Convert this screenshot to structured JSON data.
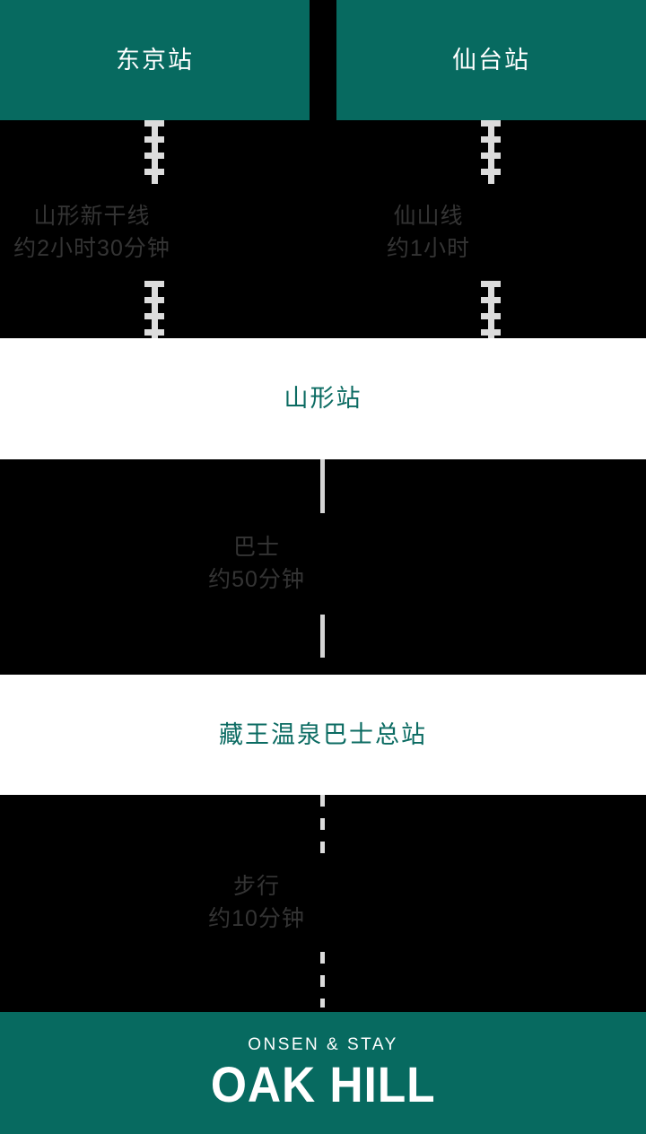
{
  "origins": [
    {
      "name": "东京站"
    },
    {
      "name": "仙台站"
    }
  ],
  "legs": {
    "tokyo_to_yamagata": {
      "mode": "山形新干线",
      "duration": "约2小时30分钟"
    },
    "sendai_to_yamagata": {
      "mode": "仙山线",
      "duration": "约1小时"
    },
    "yamagata_to_zao": {
      "mode": "巴士",
      "duration": "约50分钟"
    },
    "zao_to_hotel": {
      "mode": "步行",
      "duration": "约10分钟"
    }
  },
  "stations": [
    {
      "name": "山形站"
    },
    {
      "name": "藏王温泉巴士总站"
    }
  ],
  "brand": {
    "tagline": "ONSEN & STAY",
    "name": "OAK HILL"
  },
  "colors": {
    "teal": "#076A60",
    "station_text": "#0B6B62",
    "leg_text": "#343434",
    "rail": "#dcdcdc",
    "background": "#000000",
    "band": "#ffffff"
  }
}
